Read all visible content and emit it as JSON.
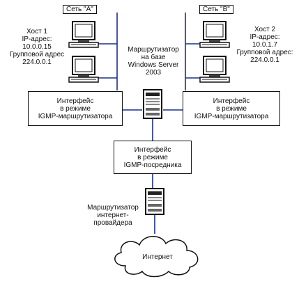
{
  "networks": {
    "a": "Сеть \"А\"",
    "b": "Сеть \"В\""
  },
  "host1": {
    "title": "Хост 1",
    "ip_label": "IP-адрес:",
    "ip": "10.0.0.15",
    "group_label": "Групповой адрес",
    "group": "224.0.0.1"
  },
  "host2": {
    "title": "Хост 2",
    "ip_label": "IP-адрес:",
    "ip": "10.0.1.7",
    "group_label": "Групповой адрес:",
    "group": "224.0.0.1"
  },
  "router": {
    "line1": "Маршрутизатор",
    "line2": "на базе",
    "line3": "Windows Server",
    "line4": "2003"
  },
  "iface_left": {
    "line1": "Интерфейс",
    "line2": "в режиме",
    "line3": "IGMP-маршрутизатора"
  },
  "iface_right": {
    "line1": "Интерфейс",
    "line2": "в режиме",
    "line3": "IGMP-маршрутизатора"
  },
  "iface_proxy": {
    "line1": "Интерфейс",
    "line2": "в режиме",
    "line3": "IGMP-посредника"
  },
  "isp_router": {
    "line1": "Маршрутизатор",
    "line2": "интернет-",
    "line3": "провайдера"
  },
  "internet": "Интернет",
  "colors": {
    "wire": "#1a2f8a",
    "stroke": "#111111"
  }
}
